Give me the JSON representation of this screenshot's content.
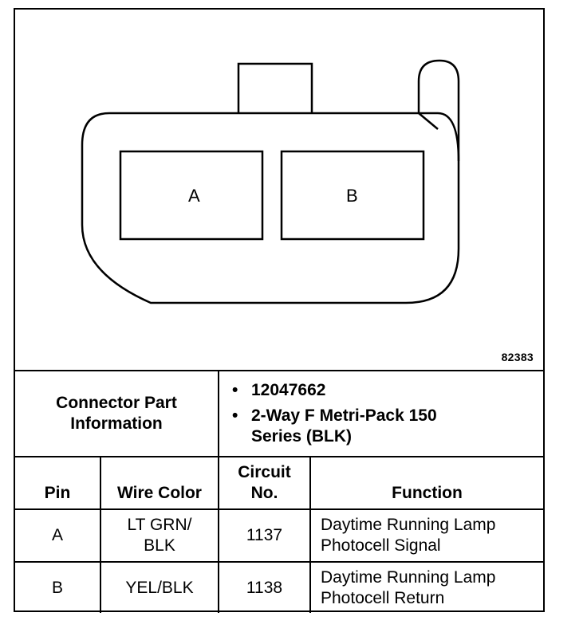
{
  "diagram": {
    "pins": [
      {
        "label": "A"
      },
      {
        "label": "B"
      }
    ],
    "drawing_number": "82383"
  },
  "connector_info": {
    "heading_line1": "Connector Part",
    "heading_line2": "Information",
    "items": [
      {
        "line1": "12047662",
        "line2": ""
      },
      {
        "line1": "2-Way F Metri-Pack 150",
        "line2": "Series (BLK)"
      }
    ]
  },
  "table": {
    "headers": {
      "pin": "Pin",
      "wire_color": "Wire Color",
      "circuit_line1": "Circuit",
      "circuit_line2": "No.",
      "function": "Function"
    },
    "rows": [
      {
        "pin": "A",
        "wire_color_line1": "LT GRN/",
        "wire_color_line2": "BLK",
        "circuit": "1137",
        "function_line1": "Daytime Running Lamp",
        "function_line2": "Photocell Signal"
      },
      {
        "pin": "B",
        "wire_color_line1": "YEL/BLK",
        "wire_color_line2": "",
        "circuit": "1138",
        "function_line1": "Daytime Running Lamp",
        "function_line2": "Photocell Return"
      }
    ]
  }
}
